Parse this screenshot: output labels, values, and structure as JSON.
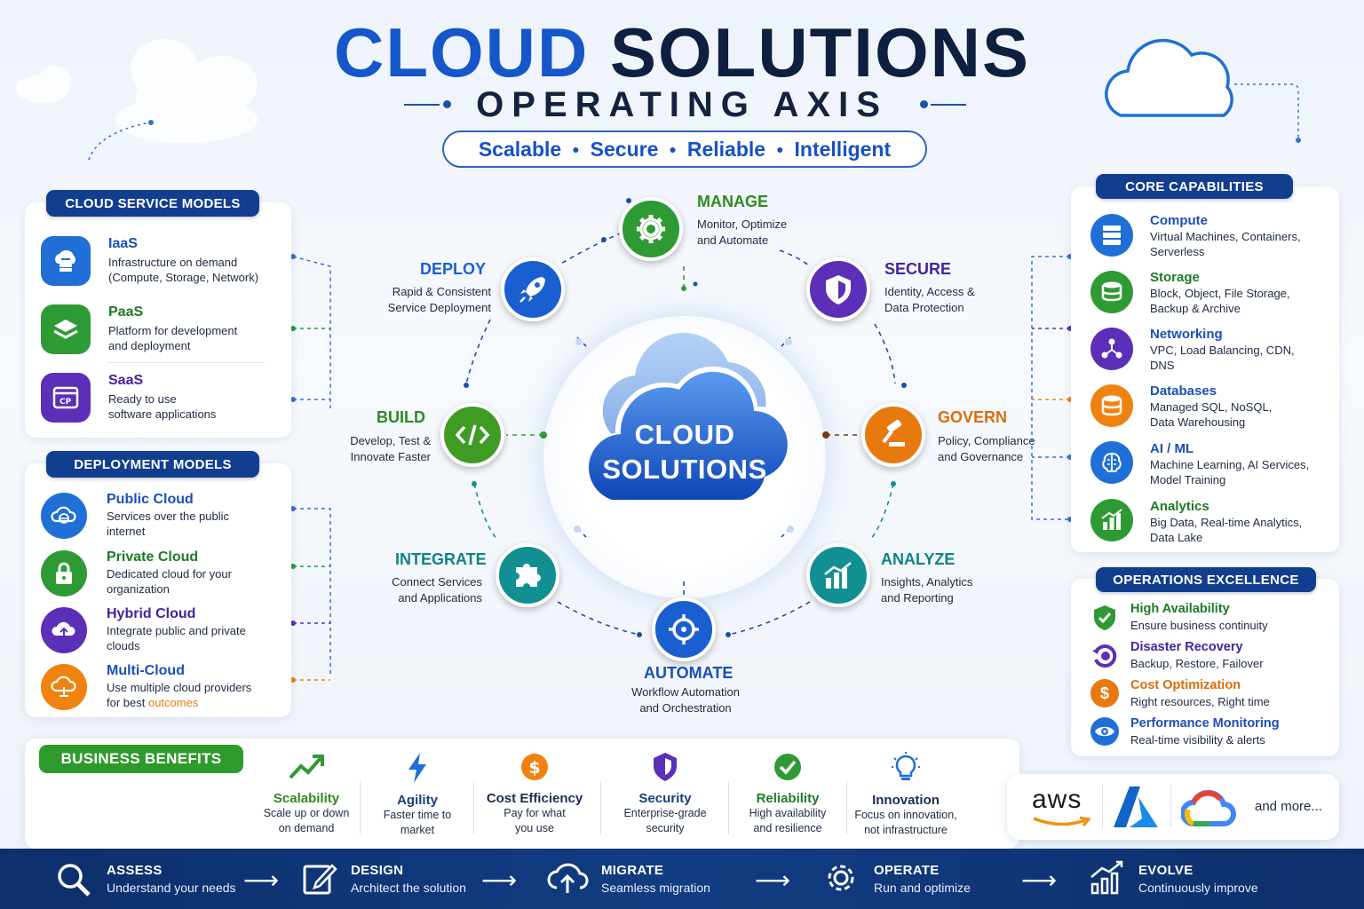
{
  "header": {
    "title_part1": "CLOUD",
    "title_part2": "SOLUTIONS",
    "subtitle": "OPERATING AXIS",
    "tagline": [
      "Scalable",
      "Secure",
      "Reliable",
      "Intelligent"
    ]
  },
  "service_models": {
    "heading": "CLOUD SERVICE MODELS",
    "items": [
      {
        "title": "IaaS",
        "desc1": "Infrastructure on demand",
        "desc2": "(Compute, Storage, Network)",
        "icon": "cloud-server-icon",
        "color": "#1f6fd6"
      },
      {
        "title": "PaaS",
        "desc1": "Platform for development",
        "desc2": "and deployment",
        "icon": "layers-icon",
        "color": "#2e9a34"
      },
      {
        "title": "SaaS",
        "desc1": "Ready to use",
        "desc2": "software applications",
        "icon": "app-window-icon",
        "color": "#5b2fb8"
      }
    ]
  },
  "deployment_models": {
    "heading": "DEPLOYMENT MODELS",
    "items": [
      {
        "title": "Public Cloud",
        "desc1": "Services over the public",
        "desc2": "internet",
        "icon": "globe-cloud-icon",
        "color": "#1f6fd6"
      },
      {
        "title": "Private Cloud",
        "desc1": "Dedicated cloud for your",
        "desc2": "organization",
        "icon": "lock-icon",
        "color": "#2e9a34"
      },
      {
        "title": "Hybrid Cloud",
        "desc1": "Integrate public and private",
        "desc2": "clouds",
        "icon": "hybrid-cloud-icon",
        "color": "#5b2fb8"
      },
      {
        "title": "Multi-Cloud",
        "desc1": "Use multiple cloud providers",
        "desc2_a": "for best ",
        "desc2_b": "outcomes",
        "icon": "multi-cloud-icon",
        "color": "#f0820f"
      }
    ]
  },
  "center": {
    "cloud_line1": "CLOUD",
    "cloud_line2": "SOLUTIONS",
    "nodes": [
      {
        "label": "MANAGE",
        "desc1": "Monitor, Optimize",
        "desc2": "and Automate",
        "color": "#2e9a34",
        "icon": "gear-icon"
      },
      {
        "label": "SECURE",
        "desc1": "Identity, Access &",
        "desc2": "Data Protection",
        "color": "#5b2fb8",
        "icon": "shield-icon"
      },
      {
        "label": "GOVERN",
        "desc1": "Policy, Compliance",
        "desc2": "and Governance",
        "color": "#e8790f",
        "icon": "gavel-icon"
      },
      {
        "label": "ANALYZE",
        "desc1": "Insights, Analytics",
        "desc2": "and Reporting",
        "color": "#128f93",
        "icon": "bar-chart-icon"
      },
      {
        "label": "AUTOMATE",
        "desc1": "Workflow Automation",
        "desc2": "and Orchestration",
        "color": "#1a5fd0",
        "icon": "automation-icon"
      },
      {
        "label": "INTEGRATE",
        "desc1": "Connect Services",
        "desc2": "and Applications",
        "color": "#128f93",
        "icon": "puzzle-icon"
      },
      {
        "label": "BUILD",
        "desc1": "Develop, Test &",
        "desc2": "Innovate Faster",
        "color": "#3f9b23",
        "icon": "code-icon"
      },
      {
        "label": "DEPLOY",
        "desc1": "Rapid & Consistent",
        "desc2": "Service Deployment",
        "color": "#1a5fd0",
        "icon": "rocket-icon"
      }
    ]
  },
  "core_capabilities": {
    "heading": "CORE CAPABILITIES",
    "items": [
      {
        "title": "Compute",
        "desc1": "Virtual Machines, Containers,",
        "desc2": "Serverless",
        "icon": "server-icon",
        "color": "#1f6fd6"
      },
      {
        "title": "Storage",
        "desc1": "Block, Object, File Storage,",
        "desc2": "Backup & Archive",
        "icon": "storage-icon",
        "color": "#2e9a34"
      },
      {
        "title": "Networking",
        "desc1": "VPC, Load Balancing, CDN,",
        "desc2": "DNS",
        "icon": "network-icon",
        "color": "#5b2fb8"
      },
      {
        "title": "Databases",
        "desc1": "Managed SQL, NoSQL,",
        "desc2": "Data Warehousing",
        "icon": "database-icon",
        "color": "#f0820f"
      },
      {
        "title": "AI / ML",
        "desc1": "Machine Learning, AI Services,",
        "desc2": "Model Training",
        "icon": "brain-icon",
        "color": "#1f6fd6"
      },
      {
        "title": "Analytics",
        "desc1": "Big Data, Real-time Analytics,",
        "desc2": "Data Lake",
        "icon": "analytics-icon",
        "color": "#2e9a34"
      }
    ]
  },
  "operations": {
    "heading": "OPERATIONS EXCELLENCE",
    "items": [
      {
        "title": "High Availability",
        "desc": "Ensure business continuity",
        "icon": "shield-check-icon",
        "color": "#2e9a34"
      },
      {
        "title": "Disaster Recovery",
        "desc": "Backup, Restore, Failover",
        "icon": "recovery-icon",
        "color": "#5b2fb8"
      },
      {
        "title": "Cost Optimization",
        "desc": "Right resources, Right time",
        "icon": "dollar-icon",
        "color": "#e8790f"
      },
      {
        "title": "Performance Monitoring",
        "desc": "Real-time visibility & alerts",
        "icon": "eye-icon",
        "color": "#1f6fd6"
      }
    ]
  },
  "benefits": {
    "heading": "BUSINESS BENEFITS",
    "items": [
      {
        "title": "Scalability",
        "desc1": "Scale up or down",
        "desc2": "on demand",
        "color": "#2e8a1f",
        "icon": "trend-up-icon"
      },
      {
        "title": "Agility",
        "desc1": "Faster time to",
        "desc2": "market",
        "color": "#1a3c7a",
        "icon": "lightning-icon"
      },
      {
        "title": "Cost Efficiency",
        "desc1": "Pay for what",
        "desc2": "you use",
        "color": "#1a2e52",
        "icon": "coin-icon"
      },
      {
        "title": "Security",
        "desc1": "Enterprise-grade",
        "desc2": "security",
        "color": "#1a3c7a",
        "icon": "shield-icon"
      },
      {
        "title": "Reliability",
        "desc1": "High availability",
        "desc2": "and resilience",
        "color": "#1f7a2a",
        "icon": "check-circle-icon"
      },
      {
        "title": "Innovation",
        "desc1": "Focus on innovation,",
        "desc2": "not infrastructure",
        "color": "#1a2e52",
        "icon": "lightbulb-icon"
      }
    ]
  },
  "providers": {
    "aws": "aws",
    "more": "and more..."
  },
  "footer": {
    "steps": [
      {
        "title": "ASSESS",
        "desc": "Understand your needs",
        "icon": "magnifier-icon"
      },
      {
        "title": "DESIGN",
        "desc": "Architect the solution",
        "icon": "pencil-icon"
      },
      {
        "title": "MIGRATE",
        "desc": "Seamless migration",
        "icon": "cloud-upload-icon"
      },
      {
        "title": "OPERATE",
        "desc": "Run and optimize",
        "icon": "gear-icon"
      },
      {
        "title": "EVOLVE",
        "desc": "Continuously improve",
        "icon": "growth-chart-icon"
      }
    ]
  }
}
